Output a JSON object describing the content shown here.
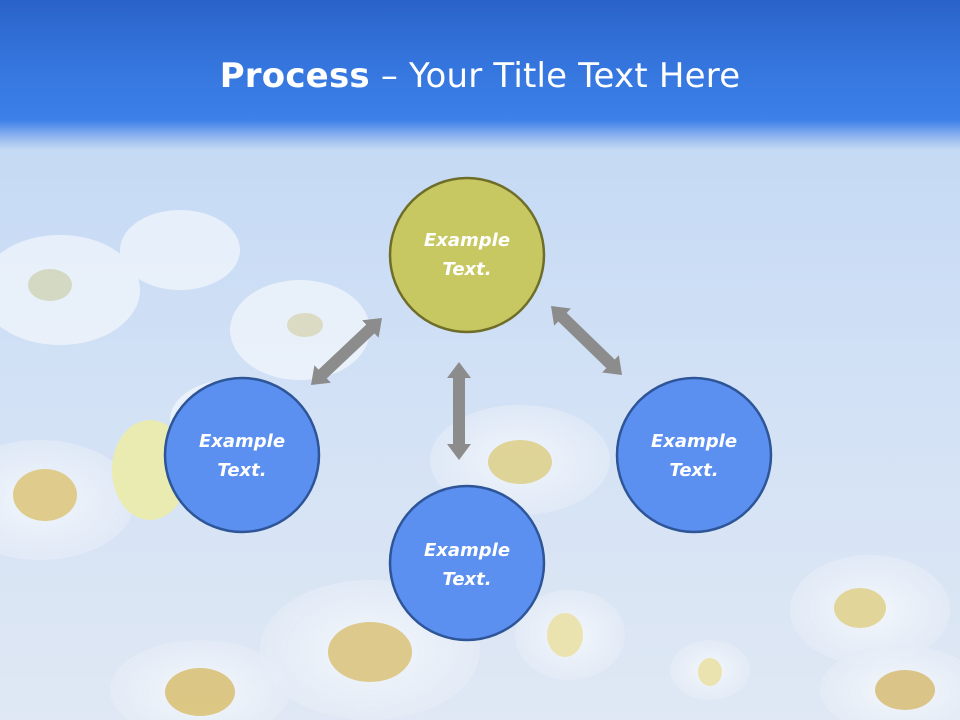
{
  "slide": {
    "title_bold": "Process",
    "title_rest": " – Your Title Text Here"
  },
  "diagram": {
    "nodes": [
      {
        "id": "top",
        "line1": "Example",
        "line2": "Text.",
        "fill": "#c8c862",
        "stroke": "#6e6e2a"
      },
      {
        "id": "left",
        "line1": "Example",
        "line2": "Text.",
        "fill": "#5b8ff0",
        "stroke": "#2d5597"
      },
      {
        "id": "bottom",
        "line1": "Example",
        "line2": "Text.",
        "fill": "#5b8ff0",
        "stroke": "#2d5597"
      },
      {
        "id": "right",
        "line1": "Example",
        "line2": "Text.",
        "fill": "#5b8ff0",
        "stroke": "#2d5597"
      }
    ],
    "arrow_color": "#8c8c8c"
  }
}
